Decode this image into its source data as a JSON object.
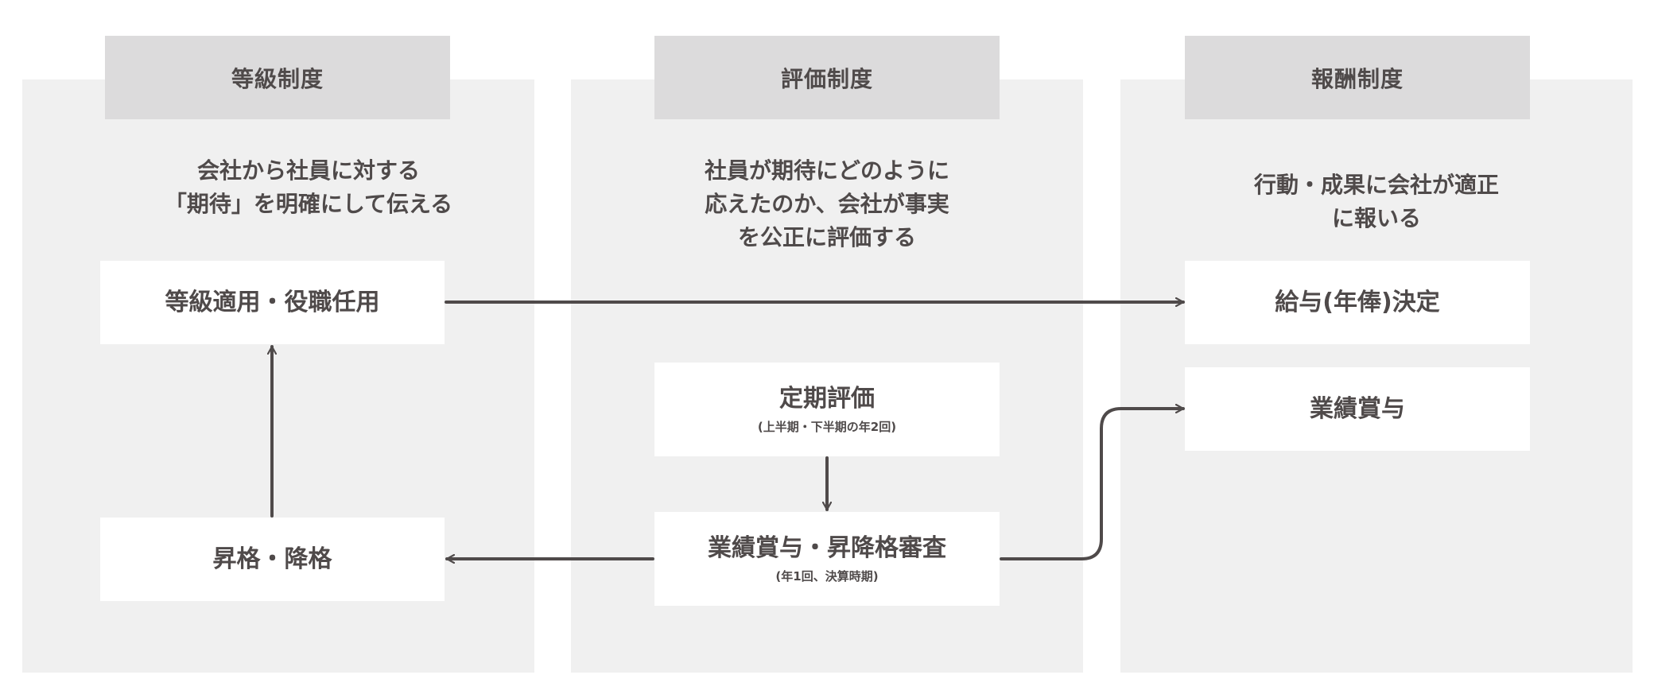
{
  "columns": [
    {
      "header": "等級制度",
      "description": "会社から社員に対する\n「期待」を明確にして伝える"
    },
    {
      "header": "評価制度",
      "description": "社員が期待にどのように\n応えたのか、会社が事実\nを公正に評価する"
    },
    {
      "header": "報酬制度",
      "description": "行動・成果に会社が適正\nに報いる"
    }
  ],
  "boxes": {
    "grade_apply": {
      "label": "等級適用・役職任用"
    },
    "promotion": {
      "label": "昇格・降格"
    },
    "periodic_eval": {
      "label": "定期評価",
      "sub": "(上半期・下半期の年2回)"
    },
    "bonus_review": {
      "label": "業績賞与・昇降格審査",
      "sub": "(年1回、決算時期)"
    },
    "salary_decision": {
      "label": "給与(年俸)決定"
    },
    "performance_bonus": {
      "label": "業績賞与"
    }
  },
  "colors": {
    "panel_bg": "#f0f0f0",
    "header_bg": "#dcdbdc",
    "box_bg": "#ffffff",
    "text": "#4f4a4a",
    "arrow": "#4f4a4a"
  }
}
